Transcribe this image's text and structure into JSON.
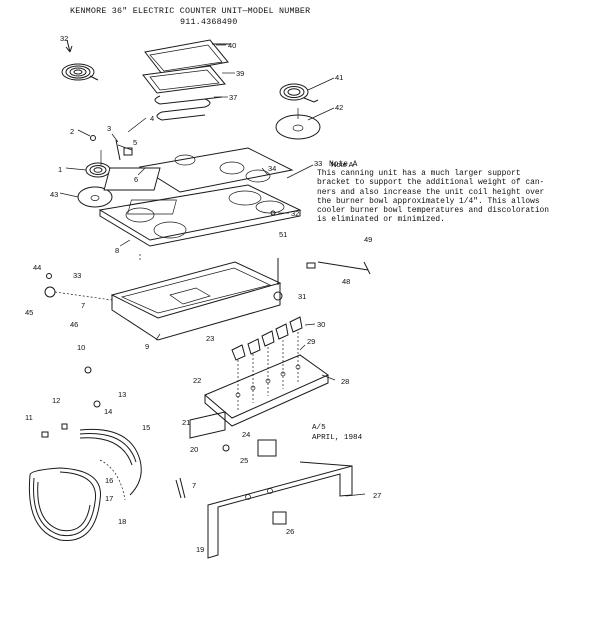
{
  "header": {
    "title": "KENMORE 36\" ELECTRIC COUNTER UNIT—MODEL NUMBER",
    "model_number": "911.4368490"
  },
  "note": {
    "title": "Note A",
    "lines": [
      "This canning unit has a much larger support",
      "bracket to support the additional weight of can-",
      "ners and also increase the unit coil height over",
      "the burner bowl approximately 1/4\". This allows",
      "cooler burner bowl temperatures and discoloration",
      "is eliminated or minimized."
    ]
  },
  "revision": {
    "code": "A/5",
    "date": "APRIL, 1984"
  },
  "part_labels": {
    "p1": "1",
    "p2": "2",
    "p3": "3",
    "p4": "4",
    "p5": "5",
    "p6": "6",
    "p7a": "7",
    "p7b": "7",
    "p8": "8",
    "p9": "9",
    "p10": "10",
    "p11": "11",
    "p12": "12",
    "p13": "13",
    "p14": "14",
    "p15": "15",
    "p16": "16",
    "p17": "17",
    "p18": "18",
    "p19": "19",
    "p20": "20",
    "p21": "21",
    "p22": "22",
    "p23": "23",
    "p24": "24",
    "p25": "25",
    "p26": "26",
    "p27": "27",
    "p28": "28",
    "p29": "29",
    "p30": "30",
    "p31": "31",
    "p32a": "32",
    "p32b": "32",
    "p33a": "33",
    "p33b": "33",
    "p34": "34",
    "p37": "37",
    "p39": "39",
    "p40": "40",
    "p41": "41",
    "p42": "42",
    "p43": "43",
    "p44": "44",
    "p45": "45",
    "p46": "46",
    "p48": "48",
    "p49": "49",
    "p51": "51",
    "noteA": "Note A"
  }
}
